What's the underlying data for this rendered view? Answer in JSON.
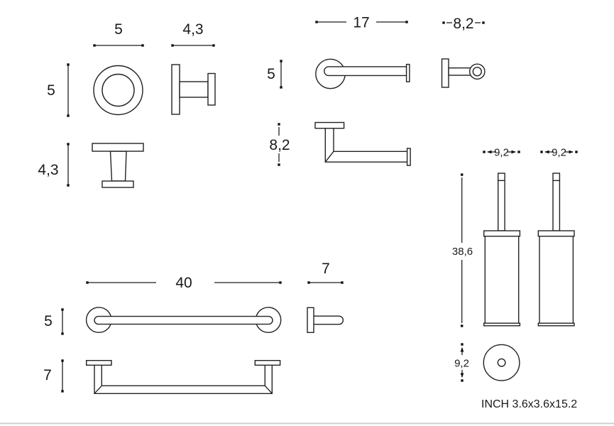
{
  "drawing": {
    "robe_hook": {
      "front_width": "5",
      "side_depth": "4,3",
      "front_height": "5",
      "bottom_depth": "4,3"
    },
    "paper_holder": {
      "front_width": "17",
      "side_depth": "8,2",
      "front_height": "5",
      "top_depth": "8,2"
    },
    "towel_bar": {
      "front_width": "40",
      "front_height": "5",
      "top_depth": "7",
      "side_depth": "7"
    },
    "toilet_brush": {
      "height": "38,6",
      "width_freestanding": "9,2",
      "width_wall": "9,2",
      "top_diameter": "9,2"
    },
    "footer_note": "INCH 3.6x3.6x15.2"
  }
}
